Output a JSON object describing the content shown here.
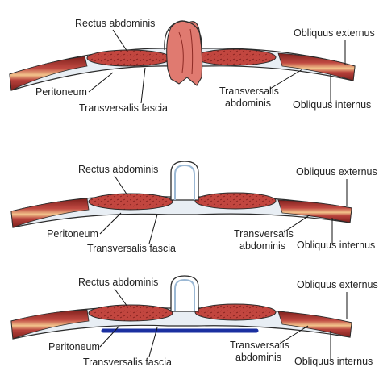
{
  "labels": {
    "rectus": "Rectus abdominis",
    "obliquus_externus": "Obliquus externus",
    "peritoneum": "Peritoneum",
    "transversalis_fascia": "Transversalis fascia",
    "transversalis_abdominis_1": "Transversalis",
    "transversalis_abdominis_2": "abdominis",
    "obliquus_internus": "Obliquus internus"
  },
  "colors": {
    "muscle": "#b8423c",
    "muscle_dark": "#7e1f1c",
    "fascia": "#d7e4ef",
    "sheath": "#f0c58c",
    "outline": "#2b2b2b",
    "loop_red": "#e07a70",
    "mesh": "#1a2fa0"
  }
}
